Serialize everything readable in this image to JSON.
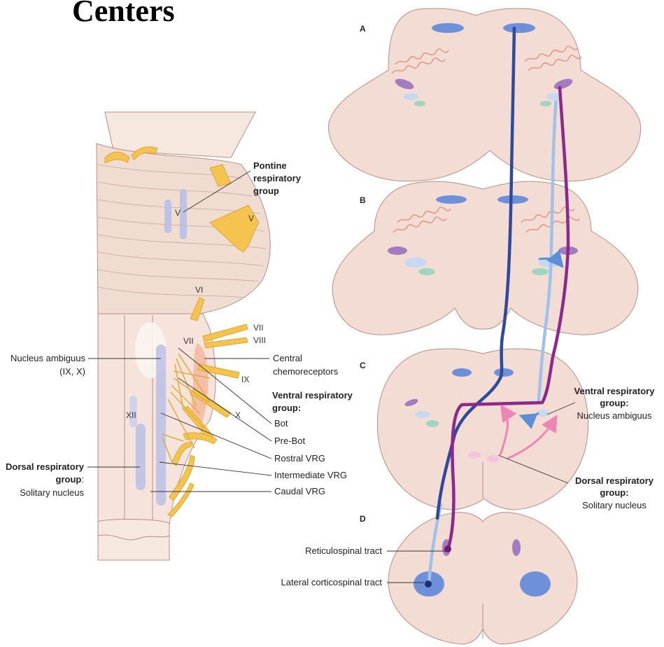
{
  "title": "Centers",
  "left_figure": {
    "nerves": [
      "V",
      "V",
      "VI",
      "VII",
      "VIII",
      "VII",
      "IX",
      "X",
      "XII"
    ],
    "labels": {
      "pontine_line1": "Pontine",
      "pontine_line2": "respiratory",
      "pontine_line3": "group",
      "nucleus_ambiguus_line1": "Nucleus ambiguus",
      "nucleus_ambiguus_line2": "(IX, X)",
      "central_chemo_line1": "Central",
      "central_chemo_line2": "chemoreceptors",
      "vrg_line1": "Ventral respiratory",
      "vrg_line2": "group:",
      "bot": "Bot",
      "pre_bot": "Pre-Bot",
      "rostral_vrg": "Rostral VRG",
      "intermediate_vrg": "Intermediate VRG",
      "caudal_vrg": "Caudal VRG",
      "drg_line1": "Dorsal respiratory",
      "drg_line2": "group",
      "drg_colon": ":",
      "drg_line3": "Solitary nucleus"
    }
  },
  "right_figure": {
    "sections": [
      "A",
      "B",
      "C",
      "D"
    ],
    "labels": {
      "vrg_line1": "Ventral respiratory",
      "vrg_line2": "group:",
      "vrg_line3": "Nucleus ambiguus",
      "drg_line1": "Dorsal respiratory",
      "drg_line2": "group:",
      "drg_line3": "Solitary nucleus",
      "reticulospinal": "Reticulospinal tract",
      "corticospinal": "Lateral corticospinal tract"
    }
  },
  "colors": {
    "tissue": "#f3dcd3",
    "tissue_outline": "#b58f87",
    "nerve": "#f5c44e",
    "corticospinal": "#2f4a9a",
    "reticulospinal": "#8b2a8a",
    "light_tract": "#9fc1ea",
    "pink_arrow": "#ee86b5",
    "nucleus_blue": "#6e8fd9",
    "nucleus_purple": "#a57bc0",
    "nucleus_green": "#9fd6c0"
  }
}
